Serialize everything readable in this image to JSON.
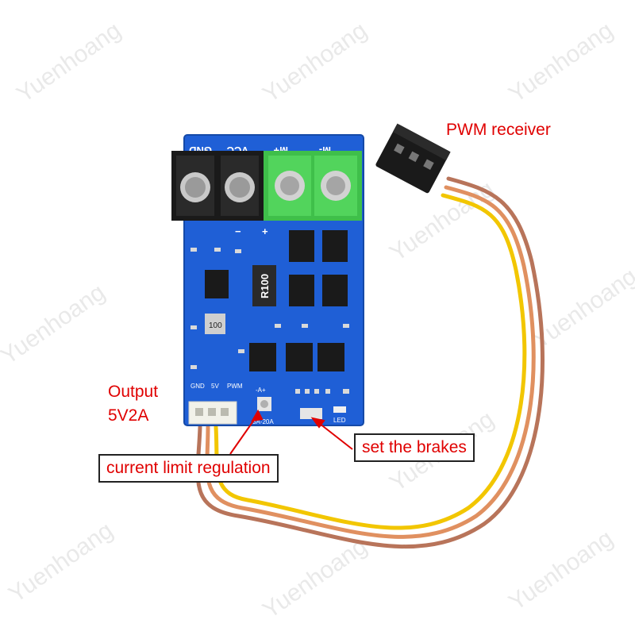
{
  "watermark": "Yuenhoang",
  "board": {
    "terminal_labels": [
      "GND",
      "VCC",
      "M+",
      "M-"
    ],
    "header_labels": [
      "GND",
      "5V",
      "PWM"
    ],
    "resistor_marking": "R100",
    "inductor_marking": "100",
    "pot_label": "-A+",
    "range_label": "3A-20A",
    "led_label": "LED",
    "polarity_minus": "−",
    "polarity_plus": "+"
  },
  "callouts": {
    "pwm_receiver": "PWM receiver",
    "output_line1": "Output",
    "output_line2": "5V2A",
    "current_limit": "current limit regulation",
    "brakes": "set the brakes"
  },
  "colors": {
    "pcb": "#1f5fd6",
    "black_terminal": "#1a1a1a",
    "green_terminal": "#3fbf4a",
    "callout_text": "#e00000"
  }
}
